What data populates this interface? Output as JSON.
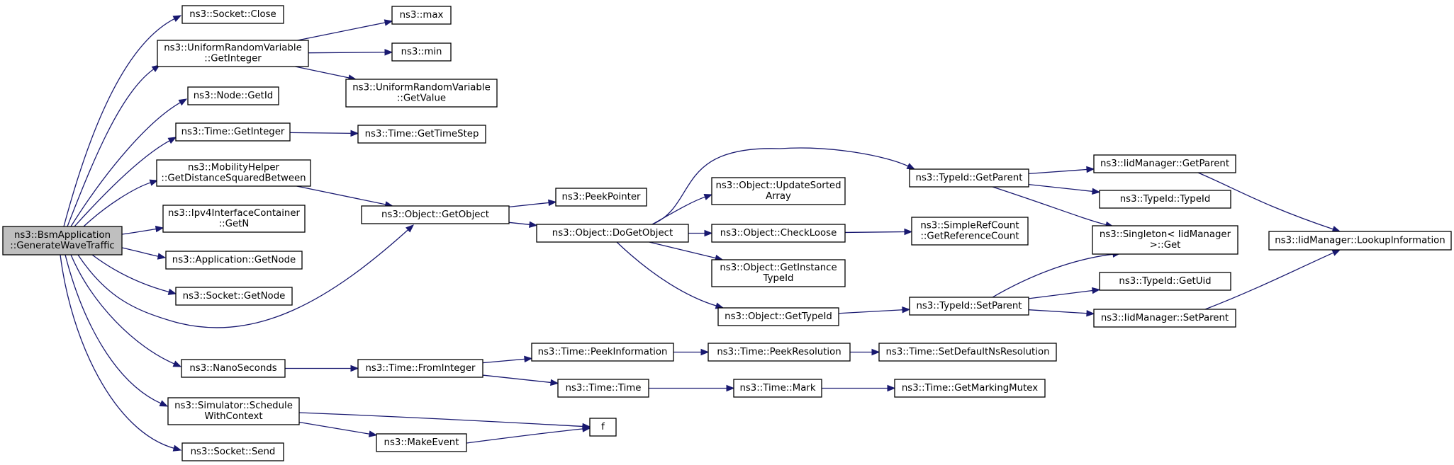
{
  "colors": {
    "edge": "#191970",
    "root_fill": "#bfbfbf",
    "node_fill": "#ffffff",
    "border": "#000000"
  },
  "nodes": [
    {
      "id": "root",
      "lines": [
        "ns3::BsmApplication",
        "::GenerateWaveTraffic"
      ],
      "root": true
    },
    {
      "id": "socket_close",
      "lines": [
        "ns3::Socket::Close"
      ]
    },
    {
      "id": "urv_getinteger",
      "lines": [
        "ns3::UniformRandomVariable",
        "::GetInteger"
      ]
    },
    {
      "id": "max",
      "lines": [
        "ns3::max"
      ]
    },
    {
      "id": "min",
      "lines": [
        "ns3::min"
      ]
    },
    {
      "id": "urv_getvalue",
      "lines": [
        "ns3::UniformRandomVariable",
        "::GetValue"
      ]
    },
    {
      "id": "node_getid",
      "lines": [
        "ns3::Node::GetId"
      ]
    },
    {
      "id": "time_getinteger",
      "lines": [
        "ns3::Time::GetInteger"
      ]
    },
    {
      "id": "time_gettimestep",
      "lines": [
        "ns3::Time::GetTimeStep"
      ]
    },
    {
      "id": "mobility",
      "lines": [
        "ns3::MobilityHelper",
        "::GetDistanceSquaredBetween"
      ]
    },
    {
      "id": "ipv4",
      "lines": [
        "ns3::Ipv4InterfaceContainer",
        "::GetN"
      ]
    },
    {
      "id": "app_getnode",
      "lines": [
        "ns3::Application::GetNode"
      ]
    },
    {
      "id": "socket_getnode",
      "lines": [
        "ns3::Socket::GetNode"
      ]
    },
    {
      "id": "getobject",
      "lines": [
        "ns3::Object::GetObject"
      ]
    },
    {
      "id": "peekpointer",
      "lines": [
        "ns3::PeekPointer"
      ]
    },
    {
      "id": "dogetobject",
      "lines": [
        "ns3::Object::DoGetObject"
      ]
    },
    {
      "id": "updatesorted",
      "lines": [
        "ns3::Object::UpdateSorted",
        "Array"
      ]
    },
    {
      "id": "checkloose",
      "lines": [
        "ns3::Object::CheckLoose"
      ]
    },
    {
      "id": "getinstance",
      "lines": [
        "ns3::Object::GetInstance",
        "TypeId"
      ]
    },
    {
      "id": "gettypeid",
      "lines": [
        "ns3::Object::GetTypeId"
      ]
    },
    {
      "id": "typeid_getparent",
      "lines": [
        "ns3::TypeId::GetParent"
      ]
    },
    {
      "id": "simplerefcount",
      "lines": [
        "ns3::SimpleRefCount",
        "::GetReferenceCount"
      ]
    },
    {
      "id": "typeid_setparent",
      "lines": [
        "ns3::TypeId::SetParent"
      ]
    },
    {
      "id": "iid_getparent",
      "lines": [
        "ns3::IidManager::GetParent"
      ]
    },
    {
      "id": "typeid_typeid",
      "lines": [
        "ns3::TypeId::TypeId"
      ]
    },
    {
      "id": "singleton",
      "lines": [
        "ns3::Singleton< IidManager",
        ">::Get"
      ]
    },
    {
      "id": "typeid_getuid",
      "lines": [
        "ns3::TypeId::GetUid"
      ]
    },
    {
      "id": "iid_setparent",
      "lines": [
        "ns3::IidManager::SetParent"
      ]
    },
    {
      "id": "iid_lookup",
      "lines": [
        "ns3::IidManager::LookupInformation"
      ]
    },
    {
      "id": "nanoseconds",
      "lines": [
        "ns3::NanoSeconds"
      ]
    },
    {
      "id": "time_frominteger",
      "lines": [
        "ns3::Time::FromInteger"
      ]
    },
    {
      "id": "time_peekinfo",
      "lines": [
        "ns3::Time::PeekInformation"
      ]
    },
    {
      "id": "time_peekres",
      "lines": [
        "ns3::Time::PeekResolution"
      ]
    },
    {
      "id": "time_setdefault",
      "lines": [
        "ns3::Time::SetDefaultNsResolution"
      ]
    },
    {
      "id": "time_time",
      "lines": [
        "ns3::Time::Time"
      ]
    },
    {
      "id": "time_mark",
      "lines": [
        "ns3::Time::Mark"
      ]
    },
    {
      "id": "time_getmarking",
      "lines": [
        "ns3::Time::GetMarkingMutex"
      ]
    },
    {
      "id": "sim_schedule",
      "lines": [
        "ns3::Simulator::Schedule",
        "WithContext"
      ]
    },
    {
      "id": "f",
      "lines": [
        "f"
      ]
    },
    {
      "id": "makeevent",
      "lines": [
        "ns3::MakeEvent"
      ]
    },
    {
      "id": "socket_send",
      "lines": [
        "ns3::Socket::Send"
      ]
    }
  ],
  "edges": [
    [
      "root",
      "socket_close"
    ],
    [
      "root",
      "urv_getinteger"
    ],
    [
      "root",
      "node_getid"
    ],
    [
      "root",
      "time_getinteger"
    ],
    [
      "root",
      "mobility"
    ],
    [
      "root",
      "ipv4"
    ],
    [
      "root",
      "app_getnode"
    ],
    [
      "root",
      "socket_getnode"
    ],
    [
      "root",
      "getobject"
    ],
    [
      "root",
      "nanoseconds"
    ],
    [
      "root",
      "sim_schedule"
    ],
    [
      "root",
      "socket_send"
    ],
    [
      "urv_getinteger",
      "max"
    ],
    [
      "urv_getinteger",
      "min"
    ],
    [
      "urv_getinteger",
      "urv_getvalue"
    ],
    [
      "time_getinteger",
      "time_gettimestep"
    ],
    [
      "mobility",
      "getobject"
    ],
    [
      "getobject",
      "peekpointer"
    ],
    [
      "getobject",
      "dogetobject"
    ],
    [
      "dogetobject",
      "typeid_getparent"
    ],
    [
      "dogetobject",
      "updatesorted"
    ],
    [
      "dogetobject",
      "checkloose"
    ],
    [
      "dogetobject",
      "getinstance"
    ],
    [
      "dogetobject",
      "gettypeid"
    ],
    [
      "checkloose",
      "simplerefcount"
    ],
    [
      "gettypeid",
      "typeid_setparent"
    ],
    [
      "typeid_getparent",
      "iid_getparent"
    ],
    [
      "typeid_getparent",
      "typeid_typeid"
    ],
    [
      "typeid_getparent",
      "singleton"
    ],
    [
      "iid_getparent",
      "iid_lookup"
    ],
    [
      "typeid_setparent",
      "singleton"
    ],
    [
      "typeid_setparent",
      "typeid_getuid"
    ],
    [
      "typeid_setparent",
      "iid_setparent"
    ],
    [
      "iid_setparent",
      "iid_lookup"
    ],
    [
      "nanoseconds",
      "time_frominteger"
    ],
    [
      "time_frominteger",
      "time_peekinfo"
    ],
    [
      "time_frominteger",
      "time_time"
    ],
    [
      "time_peekinfo",
      "time_peekres"
    ],
    [
      "time_peekres",
      "time_setdefault"
    ],
    [
      "time_time",
      "time_mark"
    ],
    [
      "time_mark",
      "time_getmarking"
    ],
    [
      "sim_schedule",
      "f"
    ],
    [
      "sim_schedule",
      "makeevent"
    ],
    [
      "makeevent",
      "f"
    ]
  ]
}
